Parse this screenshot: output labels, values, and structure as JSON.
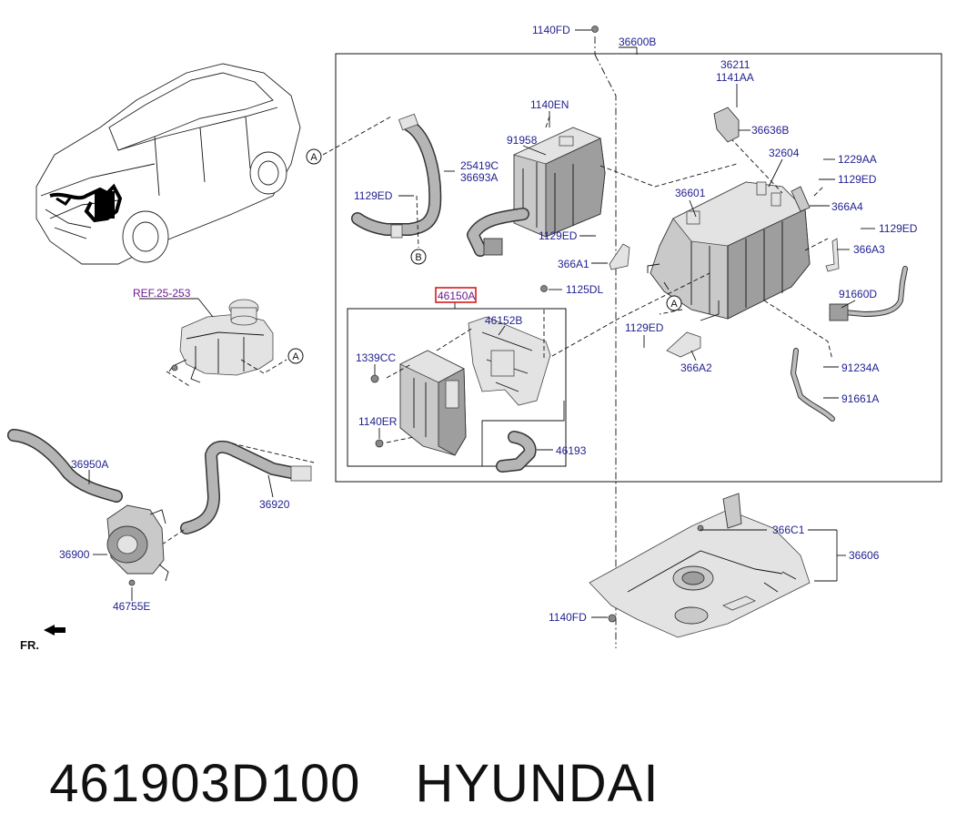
{
  "labels": {
    "l_1140FD_top": "1140FD",
    "l_36600B": "36600B",
    "l_36211": "36211",
    "l_1141AA": "1141AA",
    "l_1140EN": "1140EN",
    "l_36636B": "36636B",
    "l_91958": "91958",
    "l_32604": "32604",
    "l_1229AA": "1229AA",
    "l_25419C": "25419C",
    "l_36693A": "36693A",
    "l_1129ED_r1": "1129ED",
    "l_36601": "36601",
    "l_1129ED_l": "1129ED",
    "l_366A4": "366A4",
    "l_1129ED_r2": "1129ED",
    "l_1129ED_m": "1129ED",
    "l_366A3": "366A3",
    "l_366A1": "366A1",
    "l_REF": "REF.25-253",
    "l_46150A": "46150A",
    "l_1125DL": "1125DL",
    "l_91660D": "91660D",
    "l_46152B": "46152B",
    "l_1129ED_b": "1129ED",
    "l_1339CC": "1339CC",
    "l_366A2": "366A2",
    "l_91234A": "91234A",
    "l_91661A": "91661A",
    "l_1140ER": "1140ER",
    "l_46193": "46193",
    "l_36950A": "36950A",
    "l_36920": "36920",
    "l_36900": "36900",
    "l_366C1": "366C1",
    "l_36606": "36606",
    "l_46755E": "46755E",
    "l_1140FD_bot": "1140FD",
    "l_FR": "FR."
  },
  "refs": {
    "A": "A",
    "B": "B"
  },
  "caption": {
    "part_number": "461903D100",
    "brand": "HYUNDAI"
  },
  "highlight_color": "#d81b1b",
  "label_color": "#1f1f8f"
}
